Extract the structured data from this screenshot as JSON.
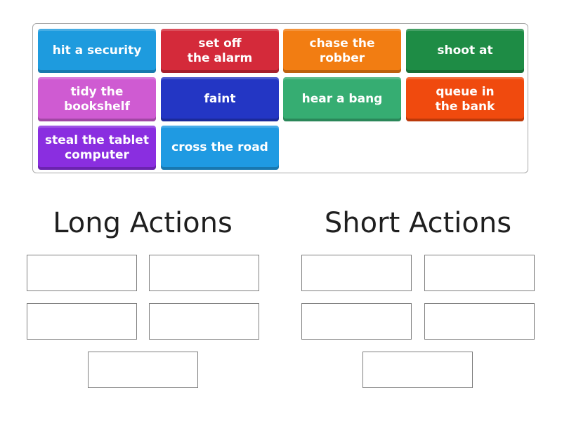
{
  "tiles": [
    {
      "label": "hit a security",
      "color": "#1e9bde"
    },
    {
      "label": "set off\nthe alarm",
      "color": "#d42a3a"
    },
    {
      "label": "chase the\nrobber",
      "color": "#f27d12"
    },
    {
      "label": "shoot at",
      "color": "#1e8c45"
    },
    {
      "label": "tidy the\nbookshelf",
      "color": "#cf5bd2"
    },
    {
      "label": "faint",
      "color": "#2336c4"
    },
    {
      "label": "hear a bang",
      "color": "#36ad72"
    },
    {
      "label": "queue in\nthe bank",
      "color": "#f04a0e"
    },
    {
      "label": "steal the tablet\ncomputer",
      "color": "#8a2ee0"
    },
    {
      "label": "cross the road",
      "color": "#1f9ae2"
    }
  ],
  "groups": [
    {
      "title": "Long Actions",
      "slot_count": 5
    },
    {
      "title": "Short Actions",
      "slot_count": 5
    }
  ]
}
